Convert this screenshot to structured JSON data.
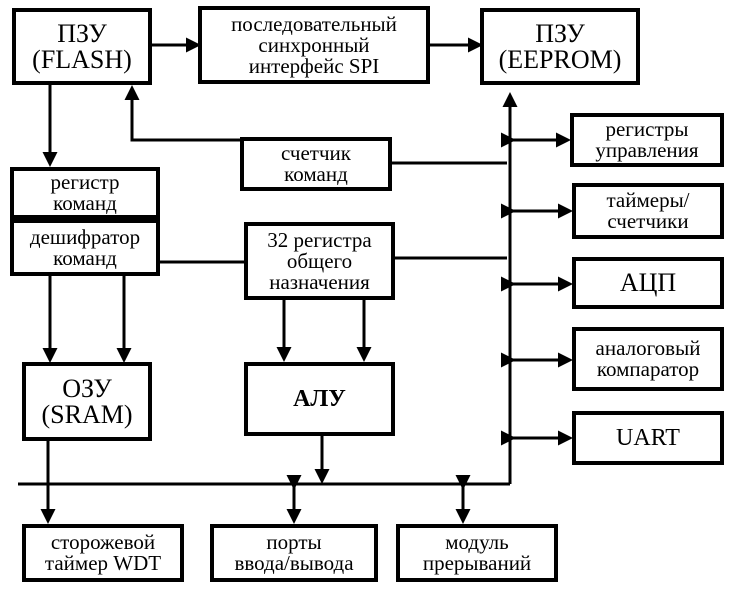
{
  "blocks": {
    "rom_flash": "ПЗУ\n(FLASH)",
    "spi": "последовательный\nсинхронный\nинтерфейс SPI",
    "rom_eeprom": "ПЗУ\n(EEPROM)",
    "control_registers": "регистры\nуправления",
    "program_counter": "счетчик\nкоманд",
    "instruction_register": "регистр\nкоманд",
    "timers_counters": "таймеры/\nсчетчики",
    "instruction_decoder": "дешифратор\nкоманд",
    "general_registers": "32 регистра\nобщего\nназначения",
    "adc": "АЦП",
    "analog_comparator": "аналоговый\nкомпаратор",
    "ram_sram": "ОЗУ\n(SRAM)",
    "alu": "АЛУ",
    "uart": "UART",
    "watchdog": "сторожевой\nтаймер WDT",
    "io_ports": "порты\nввода/вывода",
    "interrupt_module": "модуль\nпрерываний"
  },
  "colors": {
    "line": "#000000",
    "background": "#ffffff"
  }
}
